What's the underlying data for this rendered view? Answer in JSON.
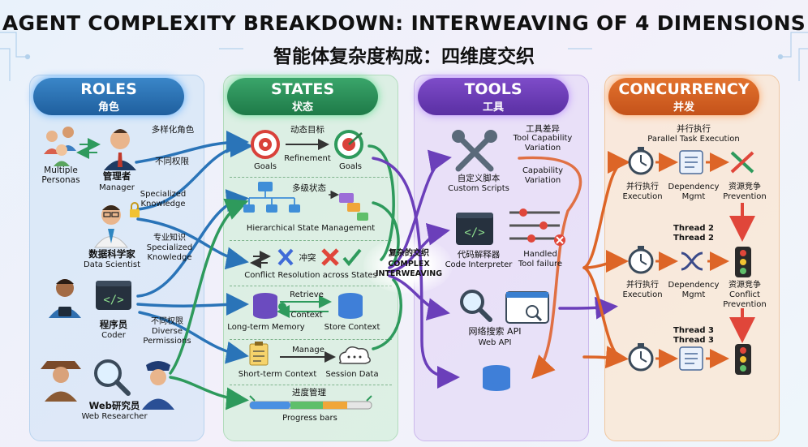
{
  "title": {
    "en": "AGENT COMPLEXITY BREAKDOWN: INTERWEAVING OF 4 DIMENSIONS",
    "zh": "智能体复杂度构成：四维度交织"
  },
  "columns": {
    "roles": {
      "en": "ROLES",
      "zh": "角色"
    },
    "states": {
      "en": "STATES",
      "zh": "状态"
    },
    "tools": {
      "en": "TOOLS",
      "zh": "工具"
    },
    "concurrency": {
      "en": "CONCURRENCY",
      "zh": "并发"
    }
  },
  "roles": {
    "multi_role_zh": "多样化角色",
    "multiple_personas": "Multiple\nPersonas",
    "diff_perm_zh": "不同权限",
    "manager_zh": "管理者",
    "manager_en": "Manager",
    "specialized_knowledge": "Specialized\nKnowledge",
    "pro_knowledge": "专业知识\nSpecialized\nKnowledge",
    "data_scientist_zh": "数据科学家",
    "data_scientist_en": "Data Scientist",
    "coder_zh": "程序员",
    "coder_en": "Coder",
    "diverse_perm": "不同权限\nDiverse\nPermissions",
    "web_researcher_zh": "Web研究员",
    "web_researcher_en": "Web Researcher"
  },
  "states": {
    "dynamic_goal_zh": "动态目标",
    "refinement": "Refinement",
    "goals_1": "Goals",
    "goals_2": "Goals",
    "multilevel_zh": "多级状态",
    "hierarchical": "Hierarchical State Management",
    "conflict_zh": "冲突",
    "conflict_en": "Conflict Resolution across States",
    "retrieve": "Retrieve",
    "context": "Context",
    "long_term": "Long-term Memory",
    "store_context": "Store Context",
    "manage": "Manage",
    "short_term": "Short-term Context",
    "session_data": "Session Data",
    "progress_zh": "进度管理",
    "progress_en": "Progress bars"
  },
  "center": {
    "zh": "复杂的交织",
    "en": "COMPLEX\nINTERWEAVING"
  },
  "tools": {
    "capability_zh": "工具差异",
    "capability_en": "Tool Capability\nVariation",
    "capability_en2": "Capability\nVariation",
    "custom_zh": "自定义脚本",
    "custom_en": "Custom Scripts",
    "interp_zh": "代码解释器",
    "interp_en": "Code Interpreter",
    "failure": "Handled\nTool failure",
    "websearch_zh": "网络搜索 API",
    "websearch_en": "Web API"
  },
  "concurrency": {
    "parallel_zh": "并行执行",
    "parallel_en": "Parallel Task Execution",
    "exec_1": "并行执行\nExecution",
    "dep_1": "Dependency\nMgmt",
    "contention_1": "资源竞争\nPrevention",
    "thread2": "Thread 2\nThread 2",
    "exec_2": "并行执行\nExecution",
    "dep_2": "Dependency\nMgmt",
    "contention_2": "资源竞争\nConflict\nPrevention",
    "thread3": "Thread 3\nThread 3"
  },
  "colors": {
    "roles": "#2a74b8",
    "states": "#2e9a5c",
    "tools": "#6b3fba",
    "concurrency": "#dd6527"
  }
}
